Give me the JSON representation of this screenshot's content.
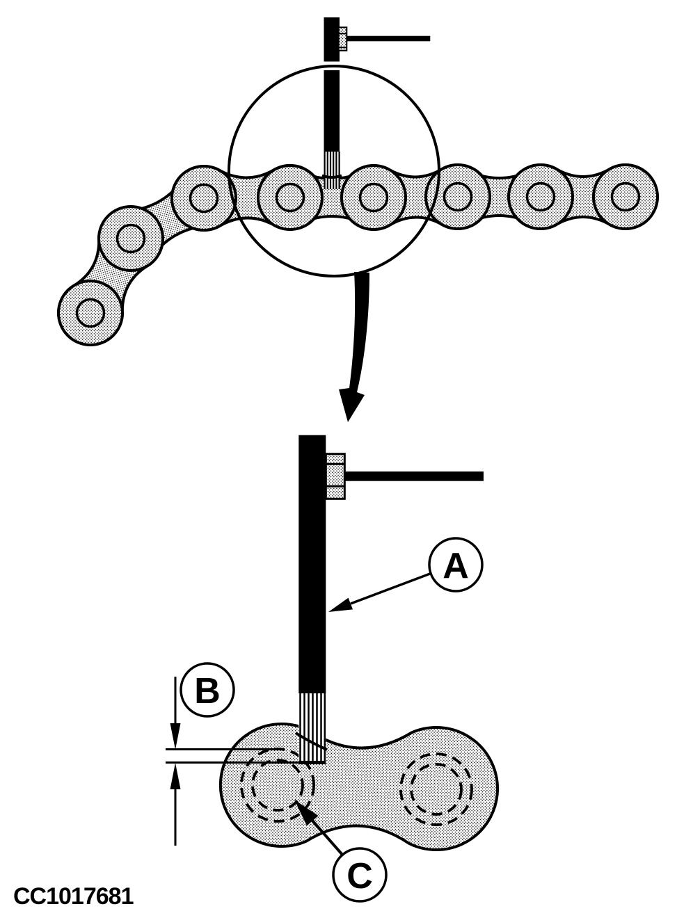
{
  "figure": {
    "part_code": "CC1017681",
    "callouts": {
      "a": {
        "label": "A"
      },
      "b": {
        "label": "B"
      },
      "c": {
        "label": "C"
      }
    },
    "colors": {
      "ink": "#000000",
      "paper": "#ffffff",
      "link_fill": "stippled-halftone"
    }
  }
}
